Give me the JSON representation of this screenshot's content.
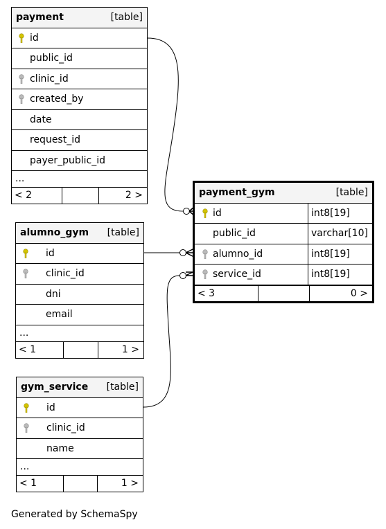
{
  "diagram": {
    "tables": [
      {
        "id": "payment",
        "name": "payment",
        "kind": "[table]",
        "columns": [
          {
            "name": "id",
            "key": "primary"
          },
          {
            "name": "public_id",
            "key": "none"
          },
          {
            "name": "clinic_id",
            "key": "foreign"
          },
          {
            "name": "created_by",
            "key": "foreign"
          },
          {
            "name": "date",
            "key": "none"
          },
          {
            "name": "request_id",
            "key": "none"
          },
          {
            "name": "payer_public_id",
            "key": "none"
          }
        ],
        "ellipsis": "...",
        "parents_label": "< 2",
        "children_label": "2 >"
      },
      {
        "id": "alumno_gym",
        "name": "alumno_gym",
        "kind": "[table]",
        "columns": [
          {
            "name": "id",
            "key": "primary"
          },
          {
            "name": "clinic_id",
            "key": "foreign"
          },
          {
            "name": "dni",
            "key": "none"
          },
          {
            "name": "email",
            "key": "none"
          }
        ],
        "ellipsis": "...",
        "parents_label": "< 1",
        "children_label": "1 >"
      },
      {
        "id": "gym_service",
        "name": "gym_service",
        "kind": "[table]",
        "columns": [
          {
            "name": "id",
            "key": "primary"
          },
          {
            "name": "clinic_id",
            "key": "foreign"
          },
          {
            "name": "name",
            "key": "none"
          }
        ],
        "ellipsis": "...",
        "parents_label": "< 1",
        "children_label": "1 >"
      },
      {
        "id": "payment_gym",
        "name": "payment_gym",
        "kind": "[table]",
        "focus": true,
        "columns": [
          {
            "name": "id",
            "key": "primary",
            "type": "int8[19]"
          },
          {
            "name": "public_id",
            "key": "none",
            "type": "varchar[10]"
          },
          {
            "name": "alumno_id",
            "key": "foreign",
            "type": "int8[19]"
          },
          {
            "name": "service_id",
            "key": "foreign",
            "type": "int8[19]"
          }
        ],
        "parents_label": "< 3",
        "children_label": "0 >"
      }
    ],
    "relationships": [
      {
        "from": "payment.id",
        "to": "payment_gym.id"
      },
      {
        "from": "alumno_gym.id",
        "to": "payment_gym.alumno_id"
      },
      {
        "from": "gym_service.id",
        "to": "payment_gym.service_id"
      }
    ],
    "footer": "Generated by SchemaSpy",
    "colors": {
      "primary_key": "#d4c400",
      "foreign_key": "#aaaaaa",
      "header_bg": "#f4f4f4"
    }
  }
}
